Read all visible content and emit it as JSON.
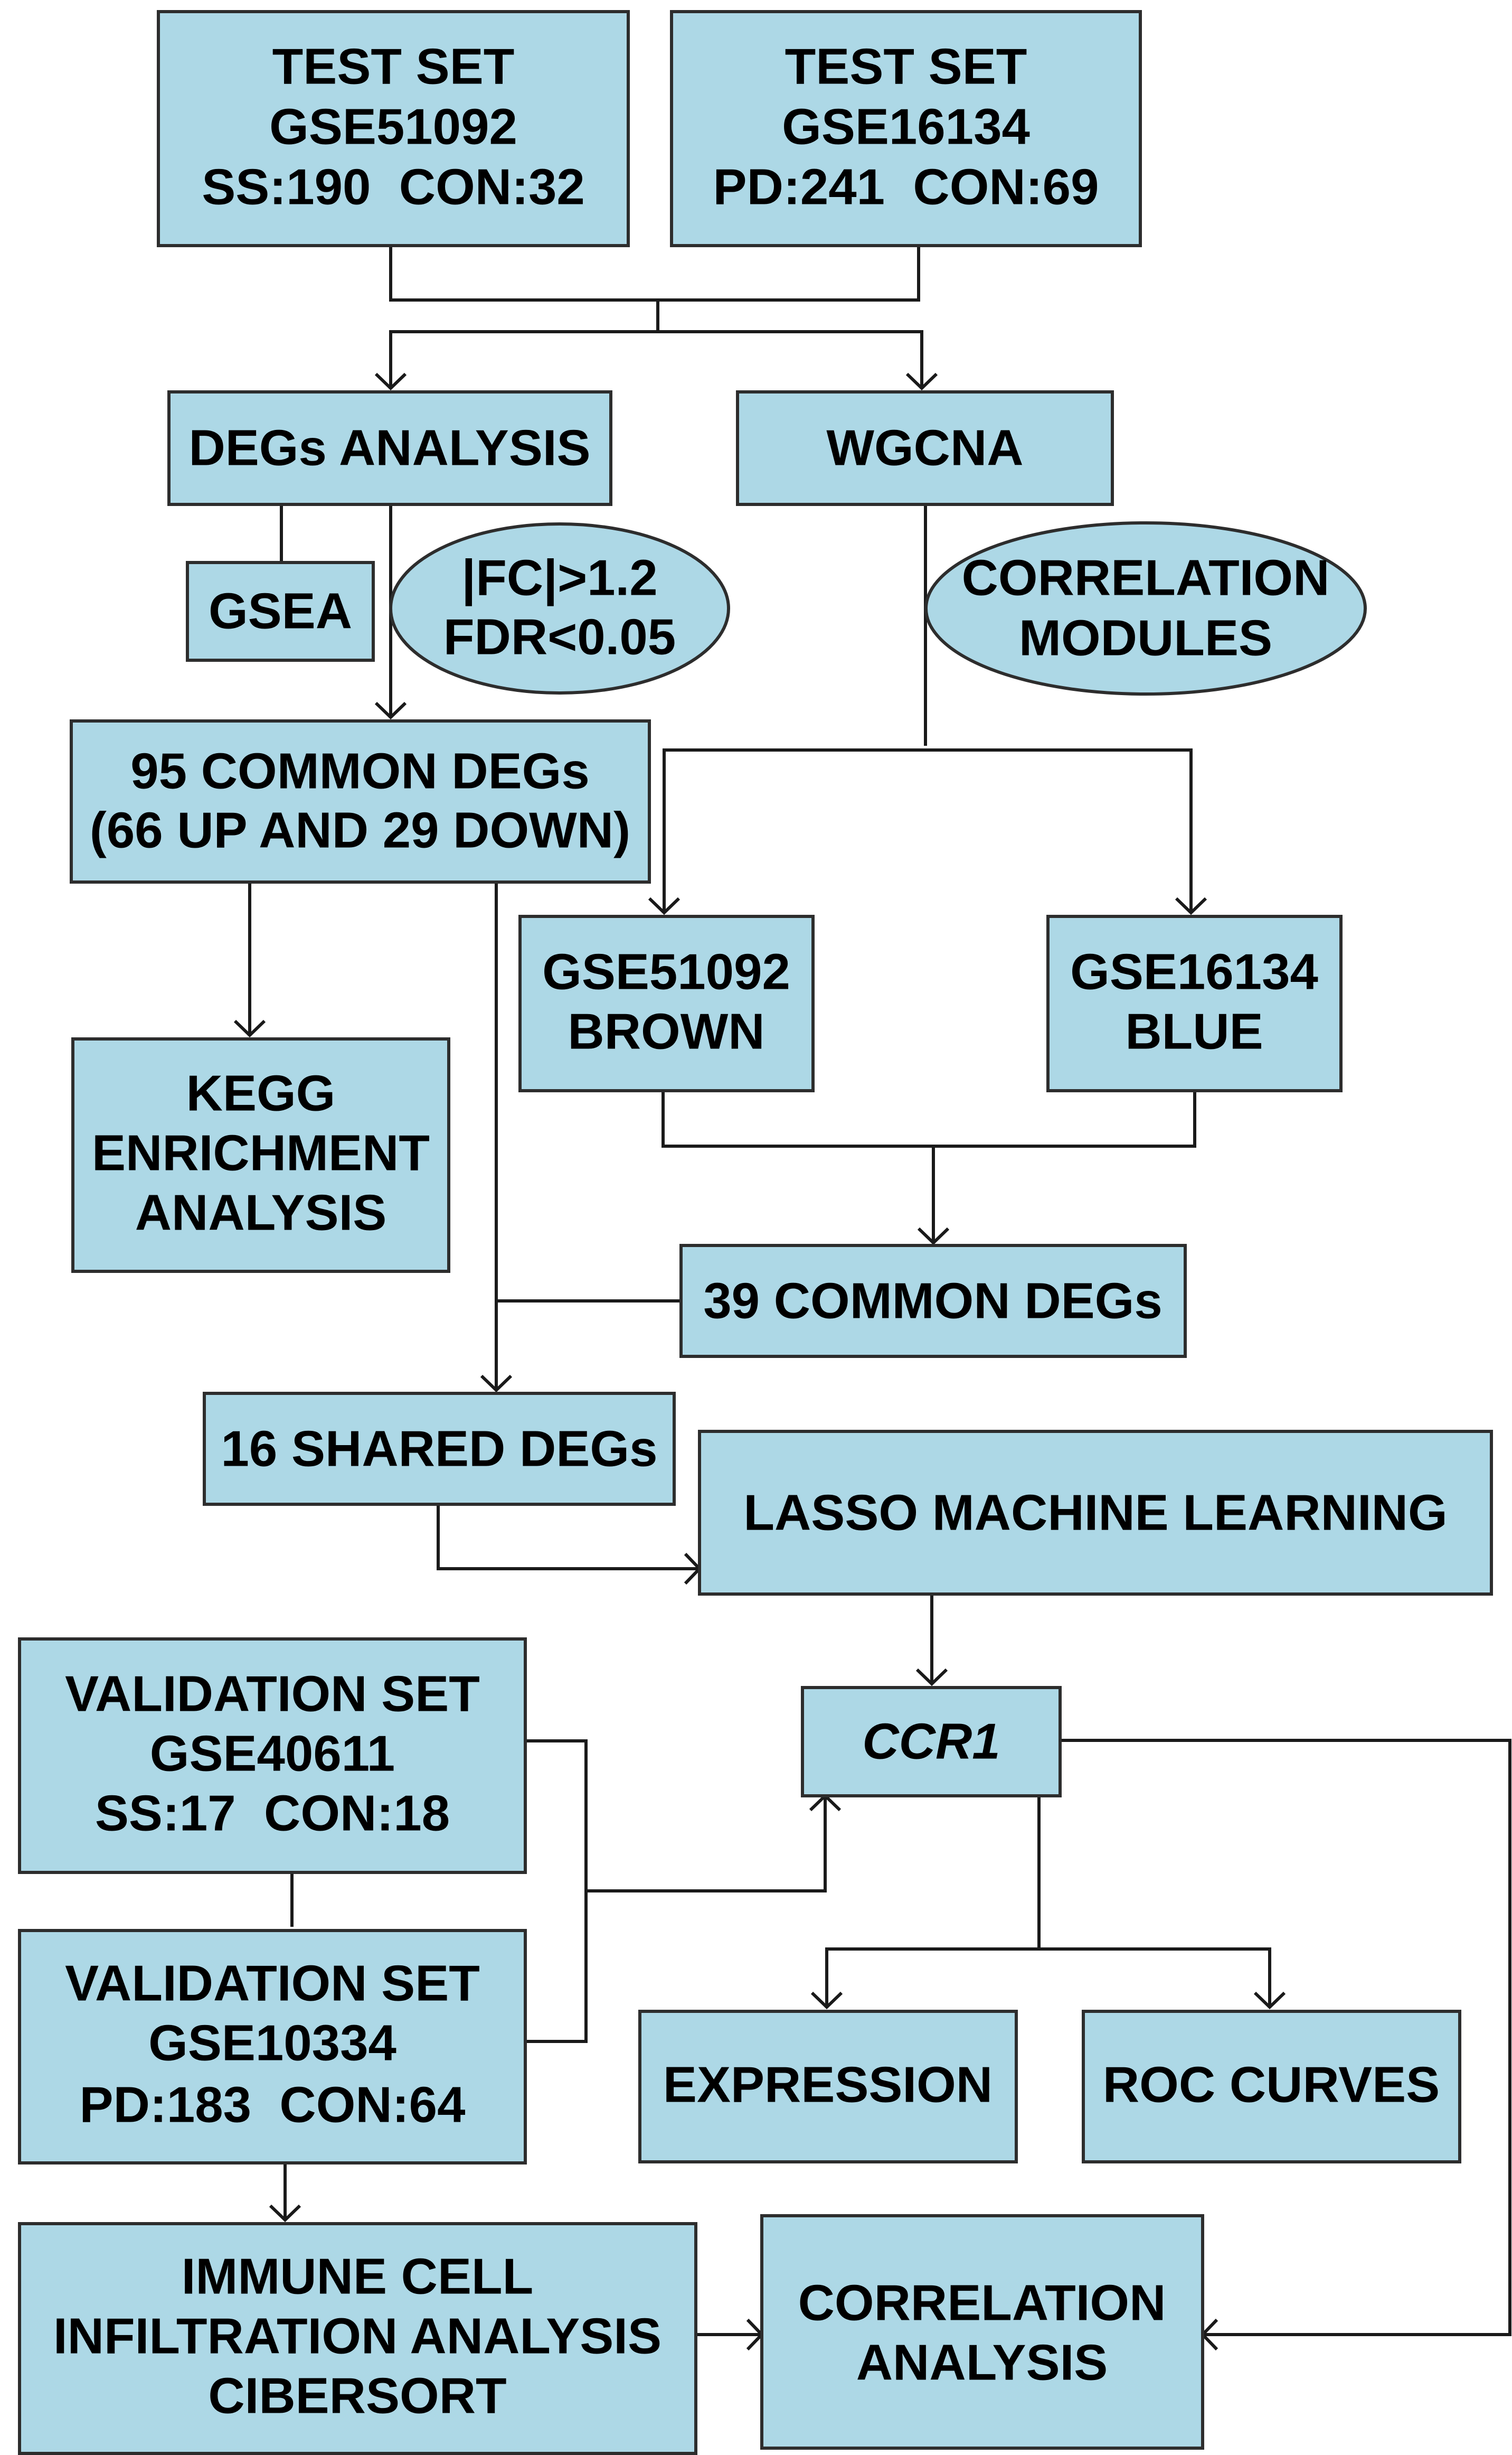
{
  "nodes": {
    "test_set_1": {
      "lines": [
        "TEST SET",
        "GSE51092",
        "SS:190  CON:32"
      ]
    },
    "test_set_2": {
      "lines": [
        "TEST SET",
        "GSE16134",
        "PD:241  CON:69"
      ]
    },
    "degs_analysis": {
      "lines": [
        "DEGs ANALYSIS"
      ]
    },
    "wgcna": {
      "lines": [
        "WGCNA"
      ]
    },
    "gsea": {
      "lines": [
        "GSEA"
      ]
    },
    "fc_criteria": {
      "lines": [
        "|FC|>1.2",
        "FDR<0.05"
      ]
    },
    "correlation_modules": {
      "lines": [
        "CORRELATION",
        "MODULES"
      ]
    },
    "common_degs_95": {
      "lines": [
        "95 COMMON DEGs",
        "(66 UP AND 29 DOWN)"
      ]
    },
    "brown_module": {
      "lines": [
        "GSE51092",
        "BROWN"
      ]
    },
    "blue_module": {
      "lines": [
        "GSE16134",
        "BLUE"
      ]
    },
    "kegg": {
      "lines": [
        "KEGG",
        "ENRICHMENT",
        "ANALYSIS"
      ]
    },
    "common_degs_39": {
      "lines": [
        "39 COMMON DEGs"
      ]
    },
    "shared_degs_16": {
      "lines": [
        "16 SHARED DEGs"
      ]
    },
    "lasso": {
      "lines": [
        "LASSO MACHINE LEARNING"
      ]
    },
    "validation_set_1": {
      "lines": [
        "VALIDATION SET",
        "GSE40611",
        "SS:17  CON:18"
      ]
    },
    "ccr1": {
      "lines": [
        "CCR1"
      ]
    },
    "validation_set_2": {
      "lines": [
        "VALIDATION SET",
        "GSE10334",
        "PD:183  CON:64"
      ]
    },
    "expression": {
      "lines": [
        "EXPRESSION"
      ]
    },
    "roc_curves": {
      "lines": [
        "ROC CURVES"
      ]
    },
    "immune_infiltration": {
      "lines": [
        "IMMUNE CELL",
        "INFILTRATION ANALYSIS",
        "CIBERSORT"
      ]
    },
    "correlation_analysis": {
      "lines": [
        "CORRELATION",
        "ANALYSIS"
      ]
    }
  },
  "colors": {
    "box_fill": "#add8e6",
    "box_stroke": "#2d2d2d",
    "line": "#1a1a1a",
    "text": "#000000"
  }
}
